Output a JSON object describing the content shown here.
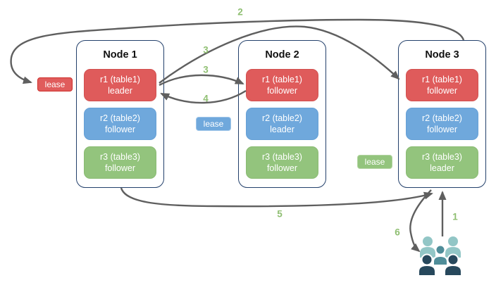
{
  "nodes": [
    {
      "title": "Node 1",
      "replicas": [
        {
          "name": "r1 (table1)",
          "role": "leader",
          "color": "red"
        },
        {
          "name": "r2 (table2)",
          "role": "follower",
          "color": "blue"
        },
        {
          "name": "r3 (table3)",
          "role": "follower",
          "color": "green"
        }
      ]
    },
    {
      "title": "Node 2",
      "replicas": [
        {
          "name": "r1 (table1)",
          "role": "follower",
          "color": "red"
        },
        {
          "name": "r2 (table2)",
          "role": "leader",
          "color": "blue"
        },
        {
          "name": "r3 (table3)",
          "role": "follower",
          "color": "green"
        }
      ]
    },
    {
      "title": "Node 3",
      "replicas": [
        {
          "name": "r1 (table1)",
          "role": "follower",
          "color": "red"
        },
        {
          "name": "r2 (table2)",
          "role": "follower",
          "color": "blue"
        },
        {
          "name": "r3 (table3)",
          "role": "leader",
          "color": "green"
        }
      ]
    }
  ],
  "leases": [
    {
      "label": "lease",
      "color": "red"
    },
    {
      "label": "lease",
      "color": "blue"
    },
    {
      "label": "lease",
      "color": "green"
    }
  ],
  "edges": [
    {
      "label": "1",
      "from": "users",
      "to": "node3"
    },
    {
      "label": "2",
      "from": "node3",
      "to": "lease-red"
    },
    {
      "label": "3",
      "from": "node1-r1-leader",
      "to": "node3-r1-follower"
    },
    {
      "label": "3",
      "from": "node1-r1-leader",
      "to": "node2-r1-follower"
    },
    {
      "label": "4",
      "from": "node2-r1-follower",
      "to": "node1-r1-leader"
    },
    {
      "label": "5",
      "from": "node1",
      "to": "node3"
    },
    {
      "label": "6",
      "from": "node3",
      "to": "users"
    }
  ],
  "icons": {
    "users_group": "users-group-icon"
  },
  "colors": {
    "replica_red": "#df5b5b",
    "replica_blue": "#6fa8dc",
    "replica_green": "#93c47d",
    "node_border": "#23406b",
    "arrow": "#5f5f5f",
    "step_label": "#8fbf72",
    "users_light": "#92c6c6",
    "users_mid": "#4f8d99",
    "users_dark": "#27485c"
  }
}
